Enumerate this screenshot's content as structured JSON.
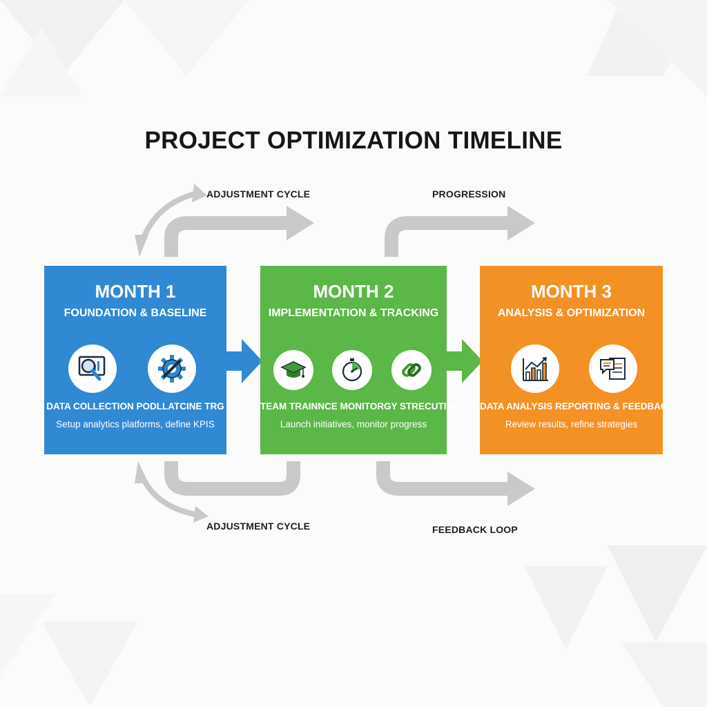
{
  "title": "PROJECT OPTIMIZATION TIMELINE",
  "flow_labels": {
    "top_left": "ADJUSTMENT CYCLE",
    "top_right": "PROGRESSION",
    "bottom_left": "ADJUSTMENT CYCLE",
    "bottom_right": "FEEDBACK LOOP"
  },
  "colors": {
    "month1": "#3189d3",
    "month2": "#5bb747",
    "month3": "#f39125",
    "flow_arrow": "#c9c9c9"
  },
  "months": [
    {
      "month": "MONTH 1",
      "subtitle": "FOUNDATION & BASELINE",
      "icons": [
        "magnifier-chart-icon",
        "gear-wrench-icon"
      ],
      "tasks": "DATA COLLECTION  PODLLATCINE TRG",
      "description": "Setup analytics platforms, define KPIS"
    },
    {
      "month": "MONTH 2",
      "subtitle": "IMPLEMENTATION & TRACKING",
      "icons": [
        "graduation-cap-icon",
        "stopwatch-icon",
        "chain-link-icon"
      ],
      "tasks": "TEAM TRAINNCE MONITORGY STRECUTING",
      "description": "Launch initiatives, monitor progress"
    },
    {
      "month": "MONTH 3",
      "subtitle": "ANALYSIS & OPTIMIZATION",
      "icons": [
        "bar-chart-icon",
        "report-chat-icon"
      ],
      "tasks": "DATA ANALYSIS REPORTING & FEEDBACK",
      "description": "Review results, refine strategies"
    }
  ]
}
